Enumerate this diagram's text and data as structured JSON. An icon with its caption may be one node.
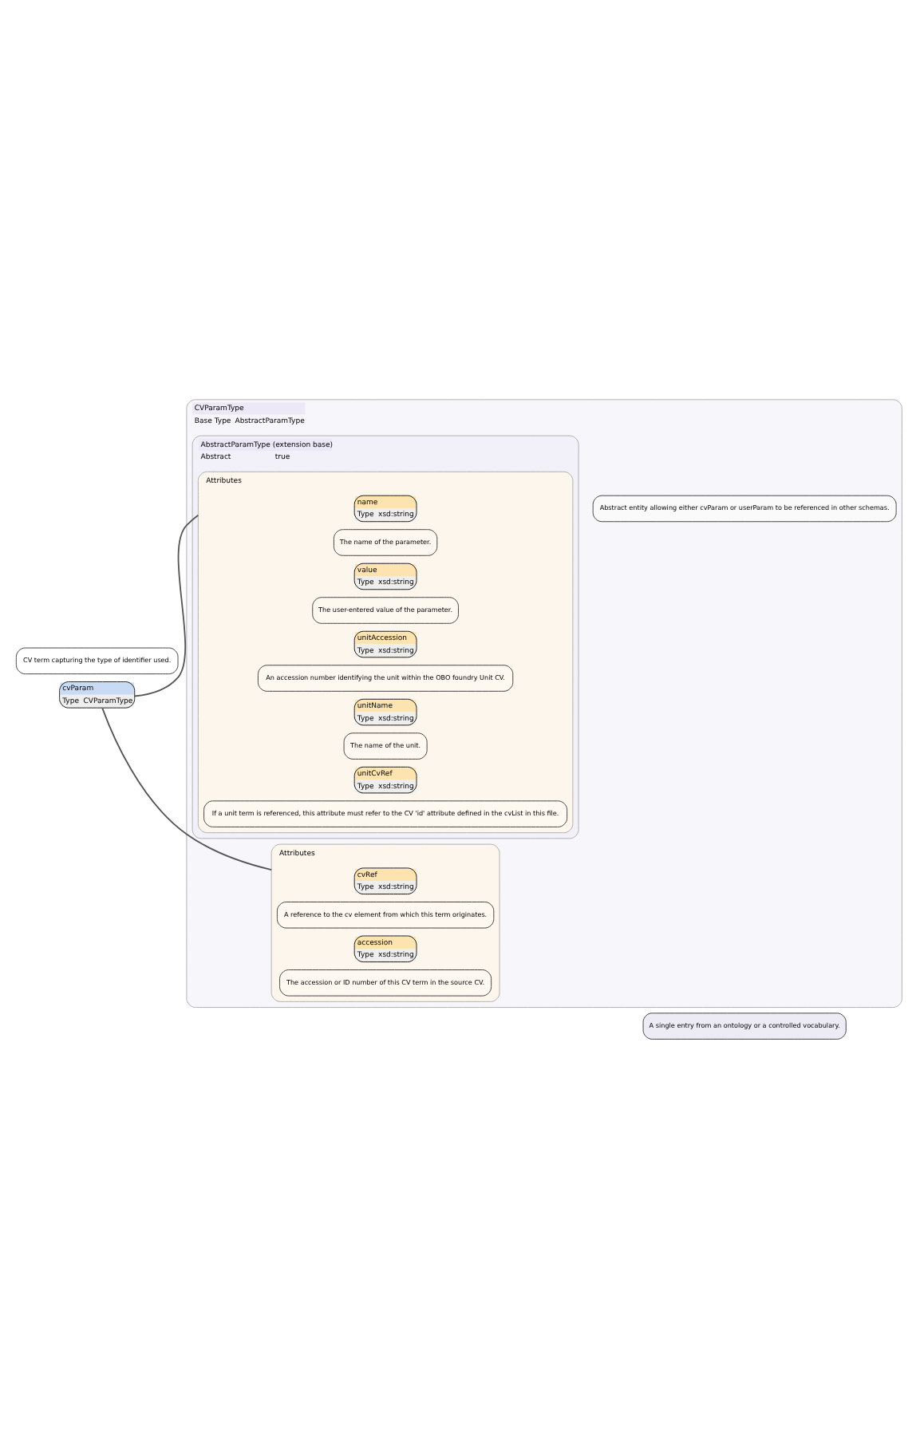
{
  "diagram": {
    "nodes": [
      {
        "text": [
          "CVParamType",
          "Base Type",
          "AbstractParamType"
        ],
        "beside": [
          "A single entry from an ontology or a controlled vocabulary."
        ]
      },
      {
        "text": [
          "AbstractParamType (extension base)",
          "Abstract",
          "true"
        ],
        "in": 0,
        "beside": [
          "Abstract entity allowing either cvParam or userParam to be referenced in other schemas."
        ]
      },
      {
        "text": [
          "Attributes"
        ],
        "in": 1
      },
      {
        "text": [
          "name",
          "Type",
          "xsd:string"
        ],
        "in": 2,
        "beside": [
          "The name of the parameter."
        ]
      },
      {
        "text": [
          "value",
          "Type",
          "xsd:string"
        ],
        "in": 2,
        "beside": [
          "The user-entered value of the parameter."
        ]
      },
      {
        "text": [
          "unitAccession",
          "Type",
          "xsd:string"
        ],
        "in": 2,
        "beside": [
          "An accession number identifying the unit within the OBO foundry Unit CV."
        ]
      },
      {
        "text": [
          "unitName",
          "Type",
          "xsd:string"
        ],
        "in": 2,
        "beside": [
          "The name of the unit."
        ]
      },
      {
        "text": [
          "unitCvRef",
          "Type",
          "xsd:string"
        ],
        "in": 2,
        "beside": [
          "If a unit term is referenced, this attribute must refer to the CV 'id' attribute defined in the cvList in this file."
        ]
      },
      {
        "text": [
          "Attributes"
        ],
        "in": 0
      },
      {
        "text": [
          "cvRef",
          "Type",
          "xsd:string"
        ],
        "in": 8,
        "beside": [
          "A reference to the cv element from which this term originates."
        ]
      },
      {
        "text": [
          "accession",
          "Type",
          "xsd:string"
        ],
        "in": 8,
        "beside": [
          "The accession or ID number of this CV term in the source CV."
        ]
      },
      {
        "text": [
          "cvParam",
          "Type",
          "CVParamType"
        ],
        "beside": [
          "CV term capturing the type of identifier used."
        ]
      }
    ],
    "edges": [
      {
        "from": 11,
        "to": 2,
        "arrow": "none"
      },
      {
        "from": 11,
        "to": 8,
        "arrow": "none"
      }
    ]
  }
}
